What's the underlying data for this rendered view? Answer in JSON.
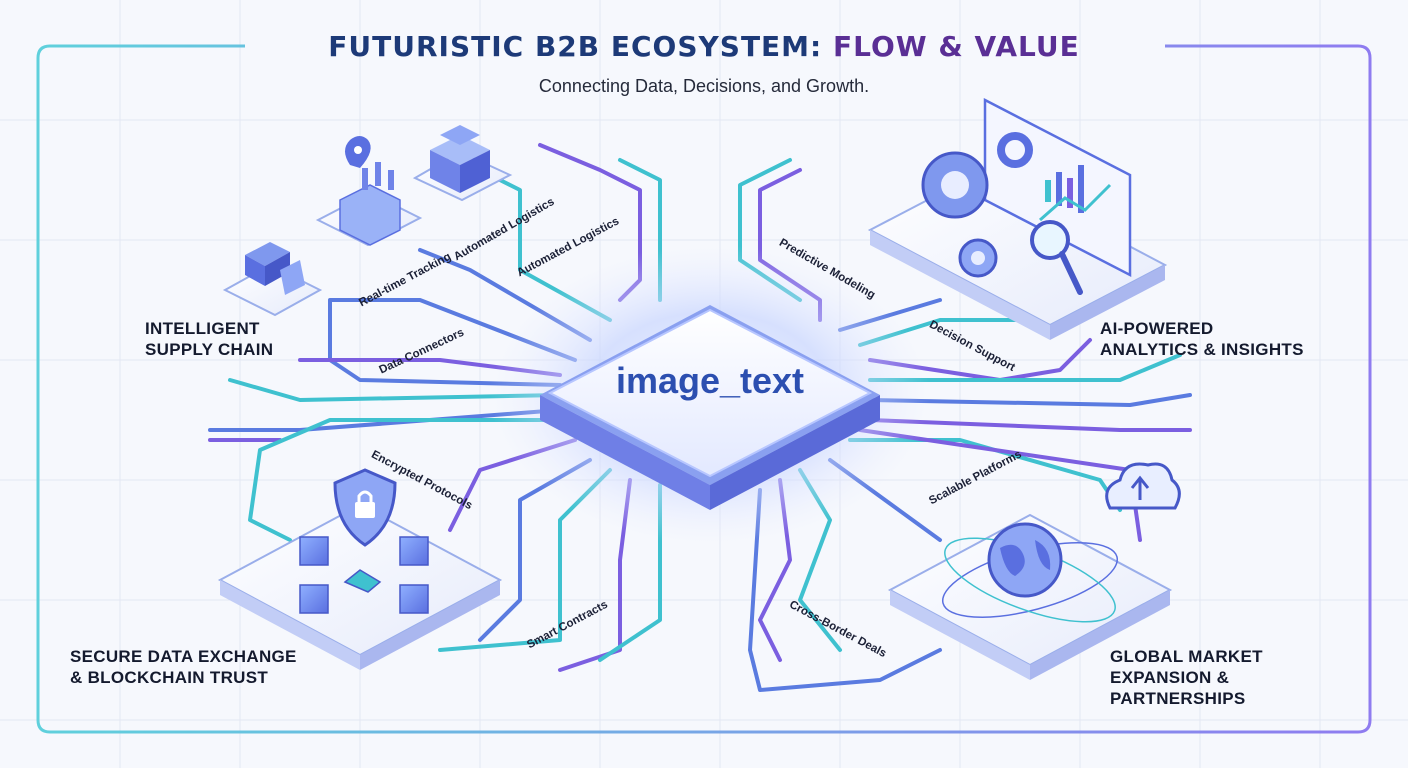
{
  "title": {
    "main": "FUTURISTIC B2B ECOSYSTEM: ",
    "accent": "FLOW & VALUE"
  },
  "subtitle": "Connecting Data, Decisions, and Growth.",
  "hub": {
    "label": "image_text"
  },
  "sections": {
    "supply_chain": [
      "INTELLIGENT",
      "SUPPLY CHAIN"
    ],
    "analytics": [
      "AI-POWERED",
      "ANALYTICS & INSIGHTS"
    ],
    "secure_exchange": [
      "SECURE DATA EXCHANGE",
      "& BLOCKCHAIN TRUST"
    ],
    "global_market": [
      "GLOBAL MARKET",
      "EXPANSION &",
      "PARTNERSHIPS"
    ]
  },
  "flows": {
    "real_time_tracking": "Real-time Tracking",
    "automated_logistics_1": "Automated Logistics",
    "automated_logistics_2": "Automated Logistics",
    "data_connectors": "Data Connectors",
    "predictive_modeling": "Predictive Modeling",
    "decision_support": "Decision Support",
    "encrypted_protocols": "Encrypted Protocols",
    "smart_contracts": "Smart Contracts",
    "scalable_platforms": "Scalable Platforms",
    "cross_border_deals": "Cross-Border Deals"
  },
  "colors": {
    "title": "#1d3a78",
    "title_accent": "#5a2f95",
    "teal": "#3fc1cf",
    "purple": "#7b5fe0",
    "blue": "#4a6fe0",
    "frame": "#62c8dc"
  },
  "icons": [
    "truck-icon",
    "factory-icon",
    "warehouse-icon",
    "location-pin-icon",
    "gear-icon",
    "dashboard-icon",
    "magnifier-icon",
    "shield-lock-icon",
    "handshake-icon",
    "globe-icon",
    "cloud-upload-icon"
  ]
}
